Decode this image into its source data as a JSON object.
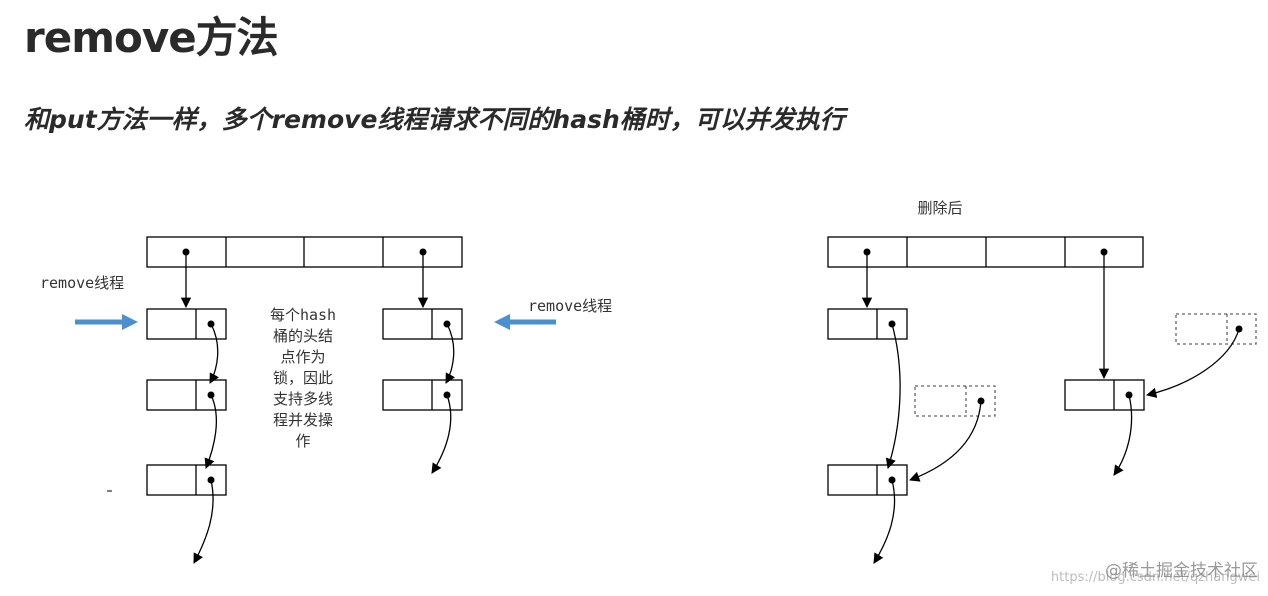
{
  "heading": "remove方法",
  "subtitle": "和put方法一样，多个remove线程请求不同的hash桶时，可以并发执行",
  "diagram": {
    "left_thread_label": "remove线程",
    "right_thread_label": "remove线程",
    "note_lines": [
      "每个hash",
      "桶的头结",
      "点作为",
      "锁，因此",
      "支持多线",
      "程并发操",
      "作"
    ],
    "after_delete_label": "删除后"
  },
  "watermark": {
    "text": "@稀土掘金技术社区",
    "url": "https://blog.csdn.net/qzhangwei"
  },
  "colors": {
    "arrow_blue": "#4a90d0",
    "line": "#000000",
    "dashed": "#666666"
  }
}
